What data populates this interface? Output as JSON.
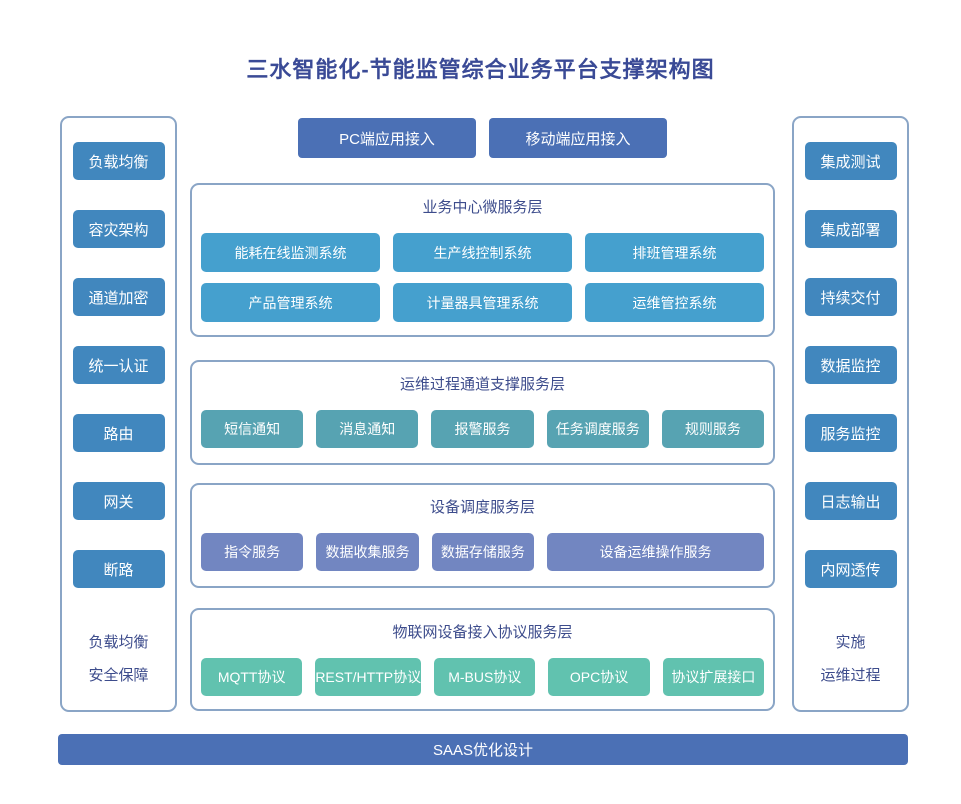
{
  "title": "三水智能化-节能监管综合业务平台支撑架构图",
  "top_access": {
    "pc_button": "PC端应用接入",
    "mobile_button": "移动端应用接入"
  },
  "left_panel": {
    "items": [
      "负载均衡",
      "容灾架构",
      "通道加密",
      "统一认证",
      "路由",
      "网关",
      "断路"
    ],
    "caption_line1": "负载均衡",
    "caption_line2": "安全保障"
  },
  "right_panel": {
    "items": [
      "集成测试",
      "集成部署",
      "持续交付",
      "数据监控",
      "服务监控",
      "日志输出",
      "内网透传"
    ],
    "caption_line1": "实施",
    "caption_line2": "运维过程"
  },
  "sections": [
    {
      "title": "业务中心微服务层",
      "row1": [
        "能耗在线监测系统",
        "生产线控制系统",
        "排班管理系统"
      ],
      "row2": [
        "产品管理系统",
        "计量器具管理系统",
        "运维管控系统"
      ]
    },
    {
      "title": "运维过程通道支撑服务层",
      "row1": [
        "短信通知",
        "消息通知",
        "报警服务",
        "任务调度服务",
        "规则服务"
      ]
    },
    {
      "title": "设备调度服务层",
      "row1": [
        "指令服务",
        "数据收集服务",
        "数据存储服务",
        "设备运维操作服务"
      ]
    },
    {
      "title": "物联网设备接入协议服务层",
      "row1": [
        "MQTT协议",
        "REST/HTTP协议",
        "M-BUS协议",
        "OPC协议",
        "协议扩展接口"
      ]
    }
  ],
  "footer": {
    "label": "SAAS优化设计"
  },
  "colors": {
    "title_text": "#3A4A96",
    "section_header_text": "#3D4C8C",
    "panel_border": "#8AA5C6",
    "sidebar_box": "#4187BE",
    "access_button": "#4B70B5",
    "microservice_box": "#45A0CE",
    "channel_box": "#57A3B2",
    "dispatch_box": "#7286C1",
    "protocol_box": "#61C2AF",
    "footer_bar": "#4B70B5"
  }
}
